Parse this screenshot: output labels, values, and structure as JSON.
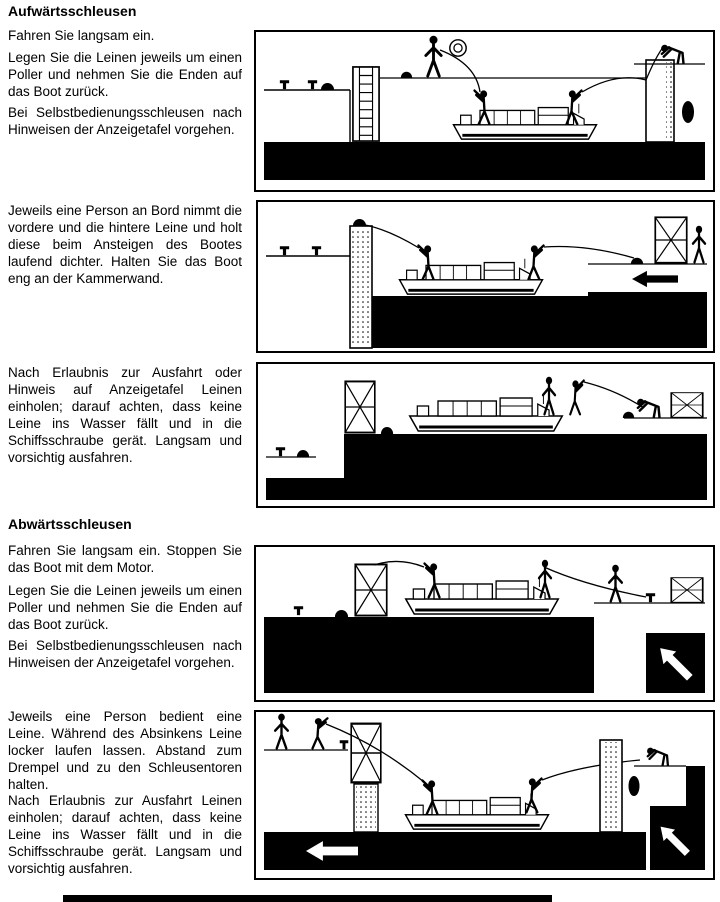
{
  "doc": {
    "sections": [
      {
        "title": "Aufwärtsschleusen",
        "paragraphs": [
          "Fahren Sie langsam ein.",
          "Legen Sie die Leinen jeweils um einen Poller und nehmen Sie die Enden auf das Boot zurück.",
          "Bei Selbstbedienungsschleusen nach Hinweisen der Anzeigetafel vorgehen.",
          "Jeweils eine Person an Bord nimmt die vordere und die hintere Leine und holt diese beim Ansteigen des Bootes laufend dichter. Halten Sie das Boot eng an der Kammerwand.",
          "Nach Erlaubnis zur Ausfahrt oder Hinweis auf Anzeigetafel Leinen einholen; darauf achten, dass keine Leine ins Wasser fällt und in die Schiffsschraube gerät. Langsam und vorsichtig ausfahren."
        ]
      },
      {
        "title": "Abwärtsschleusen",
        "paragraphs": [
          "Fahren Sie langsam ein. Stoppen Sie das Boot mit dem Motor.",
          "Legen Sie die Leinen jeweils um einen Poller und nehmen Sie die Enden auf das Boot zurück.",
          "Bei Selbstbedienungsschleusen nach Hinweisen der Anzeigetafel vorgehen.",
          "Jeweils eine Person bedient eine Leine. Während des Absinkens Leine locker laufen lassen. Abstand zum Drempel und zu den Schleusentoren halten.",
          "Nach Erlaubnis zur Ausfahrt Leinen einholen; darauf achten, dass keine Leine ins Wasser fällt und in die Schiffsschraube gerät. Langsam und vorsichtig ausfahren."
        ]
      }
    ],
    "colors": {
      "ink": "#000000",
      "paper": "#ffffff"
    }
  }
}
